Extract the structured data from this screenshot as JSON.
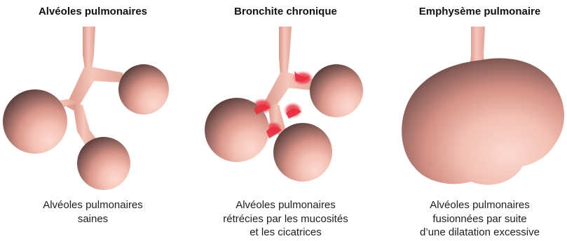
{
  "panels": [
    {
      "title": "Alvéoles pulmonaires",
      "caption_lines": [
        "Alvéoles pulmonaires",
        "saines"
      ]
    },
    {
      "title": "Bronchite chronique",
      "caption_lines": [
        "Alvéoles pulmonaires",
        "rétrécies par les mucosités",
        "et les cicatrices"
      ]
    },
    {
      "title": "Emphysème pulmonaire",
      "caption_lines": [
        "Alvéoles pulmonaires",
        "fusionnées par suite",
        "d’une dilatation excessive"
      ]
    }
  ],
  "colors": {
    "tissue_light": "#f4c4b8",
    "tissue_shadow": "#5b3f3c",
    "bronchi": "#f0b6a8",
    "inflammation": "#e8303f",
    "background": "#ffffff"
  }
}
